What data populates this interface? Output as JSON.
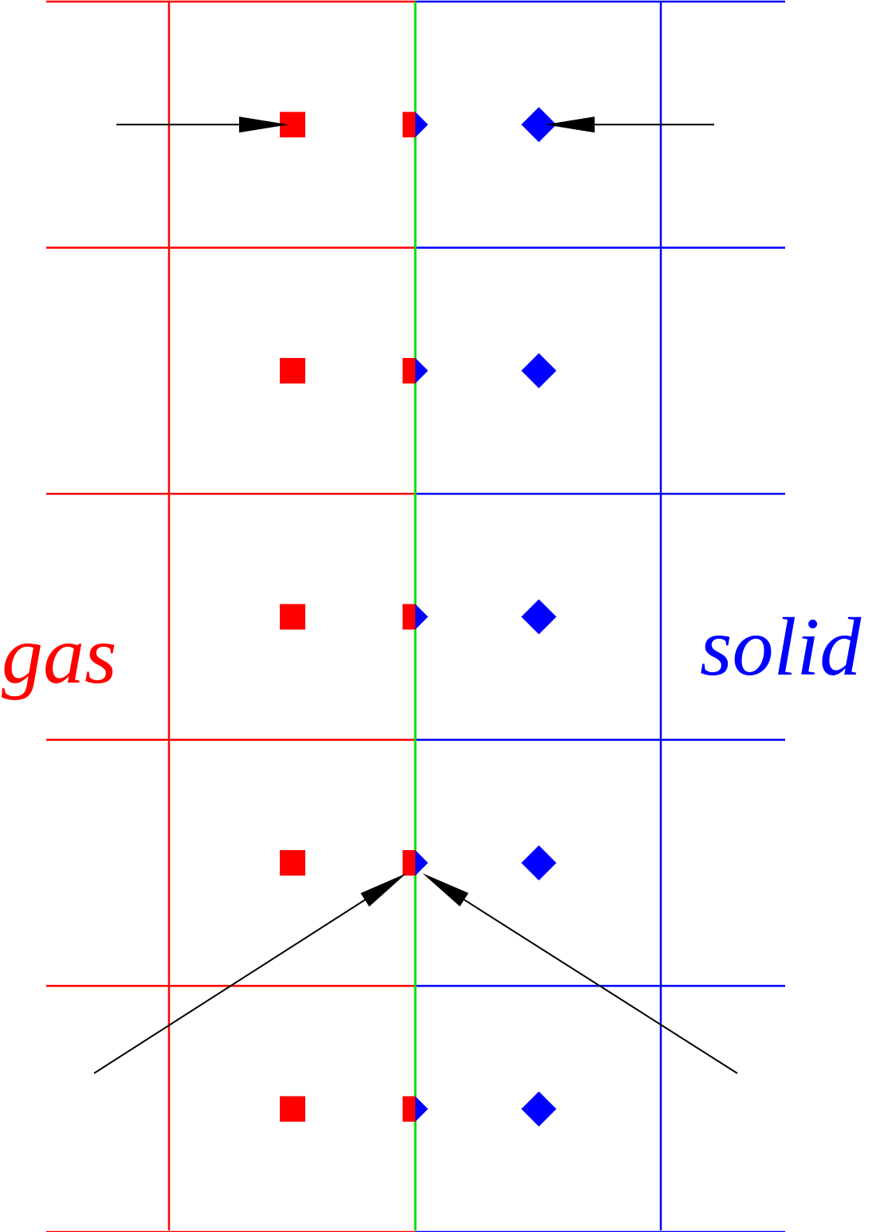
{
  "labels": {
    "gas": "gas",
    "solid": "solid"
  },
  "colors": {
    "gas": "#ff0000",
    "solid": "#0000ff",
    "interface": "#00e000",
    "arrow": "#000000",
    "background": "#ffffff"
  },
  "grid": {
    "rows": 5,
    "gas_columns": 1,
    "solid_columns": 1
  },
  "markers": {
    "gas_cell_center": "red-square",
    "interface": "half-red-square-half-blue-diamond",
    "solid_cell_center": "blue-diamond"
  },
  "arrows": {
    "row_1": [
      "gas-side-inward",
      "solid-side-inward"
    ],
    "row_4": [
      "gas-side-to-interface",
      "solid-side-to-interface"
    ]
  }
}
